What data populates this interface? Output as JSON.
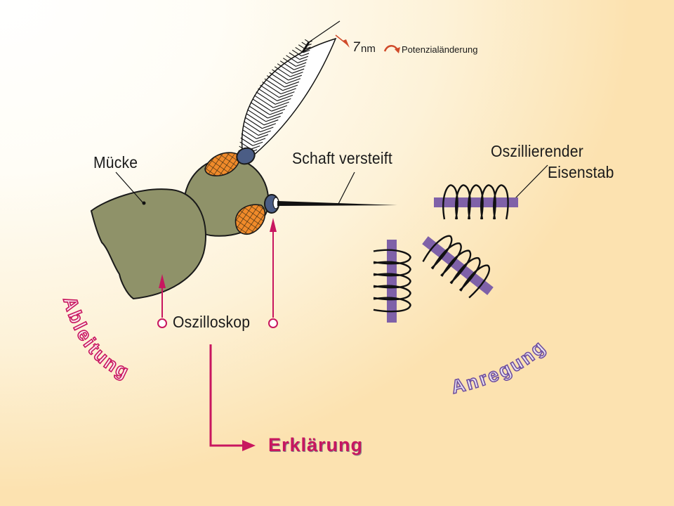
{
  "labels": {
    "muecke": "Mücke",
    "schaft": "Schaft versteift",
    "oszillierend_1": "Oszillierender",
    "oszillierend_2": "Eisenstab",
    "oszilloskop": "Oszilloskop",
    "ableitung": "Ableitung",
    "anregung": "Anregung",
    "erklaerung": "Erklärung",
    "seven": "7",
    "nm": "nm",
    "potenzial": "Potenzialänderung"
  },
  "colors": {
    "body": "#8f9269",
    "eye": "#f08a2a",
    "magenta": "#c8165f",
    "rod": "#7f61a8",
    "joint": "#4b5d85",
    "arc_text": "#6f4f9e",
    "arc_text_left": "#c8165f"
  },
  "icons": {
    "curve_arrow": "curved-arrow-icon"
  }
}
